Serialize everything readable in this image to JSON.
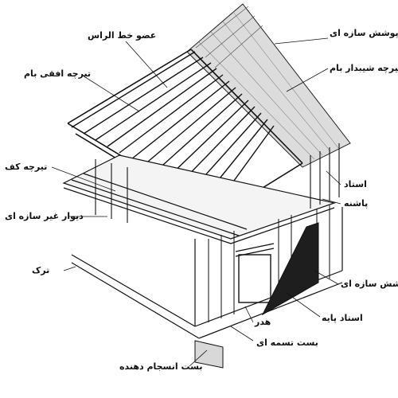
{
  "labels": {
    "ridge_member": "عضو خط الراس",
    "ceiling_joist": "تیرچه افقی بام",
    "floor_joist": "تیرچه کف",
    "nonstructural_wall": "دیوار غیر سازه ای",
    "crack": "ترک",
    "roof_sheathing": "پوشش سازه ای",
    "rafter": "تیرچه شیبدار بام",
    "stud": "استاد",
    "heel": "پاشنه",
    "wall_sheathing": "پوشش سازه ای",
    "base_stud": "استاد پایه",
    "header": "هدر",
    "strap_brace": "بست تسمه ای",
    "hold_down": "بست انسجام دهنده"
  }
}
